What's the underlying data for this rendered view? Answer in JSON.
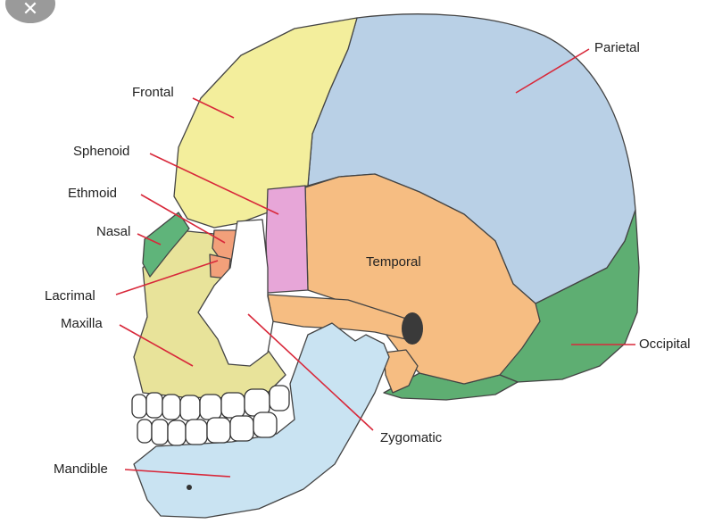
{
  "toolbar": {
    "close_icon": "close-icon",
    "close_glyph": "✕"
  },
  "diagram": {
    "labels": {
      "frontal": "Frontal",
      "parietal": "Parietal",
      "sphenoid": "Sphenoid",
      "ethmoid": "Ethmoid",
      "nasal": "Nasal",
      "temporal": "Temporal",
      "lacrimal": "Lacrimal",
      "maxilla": "Maxilla",
      "occipital": "Occipital",
      "zygomatic": "Zygomatic",
      "mandible": "Mandible"
    },
    "colors": {
      "frontal": "#f3ee9c",
      "parietal": "#b9d0e6",
      "sphenoid": "#e7a6d8",
      "ethmoid": "#f2a07a",
      "nasal": "#5fb47a",
      "temporal": "#f6bd82",
      "lacrimal": "#f2a07a",
      "maxilla": "#e8e39a",
      "occipital": "#5eae72",
      "zygomatic": "#ffffff",
      "mandible": "#c9e3f2",
      "leader_line": "#d8283a"
    }
  }
}
